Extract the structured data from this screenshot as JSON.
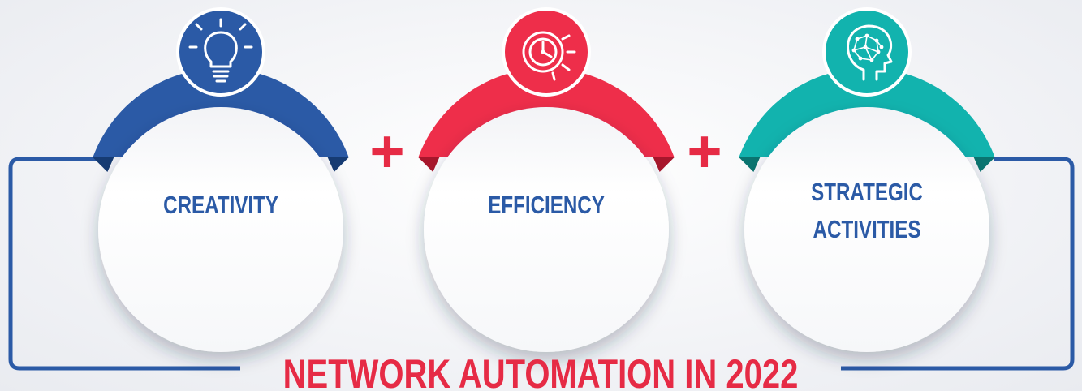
{
  "title": "NETWORK AUTOMATION IN 2022",
  "operators": [
    "+",
    "+"
  ],
  "items": [
    {
      "label_lines": [
        "CREATIVITY"
      ],
      "icon": "lightbulb-icon",
      "color": "#2b5aa6",
      "dark_color": "#163b73"
    },
    {
      "label_lines": [
        "EFFICIENCY"
      ],
      "icon": "clock-gear-icon",
      "color": "#ee2e4a",
      "dark_color": "#a8162c"
    },
    {
      "label_lines": [
        "STRATEGIC",
        "ACTIVITIES"
      ],
      "icon": "brain-head-icon",
      "color": "#12b3ae",
      "dark_color": "#0a7470"
    }
  ],
  "colors": {
    "frame": "#2b5aa6",
    "title": "#e62b45",
    "label": "#2b5aa6",
    "plus": "#e62b45"
  }
}
